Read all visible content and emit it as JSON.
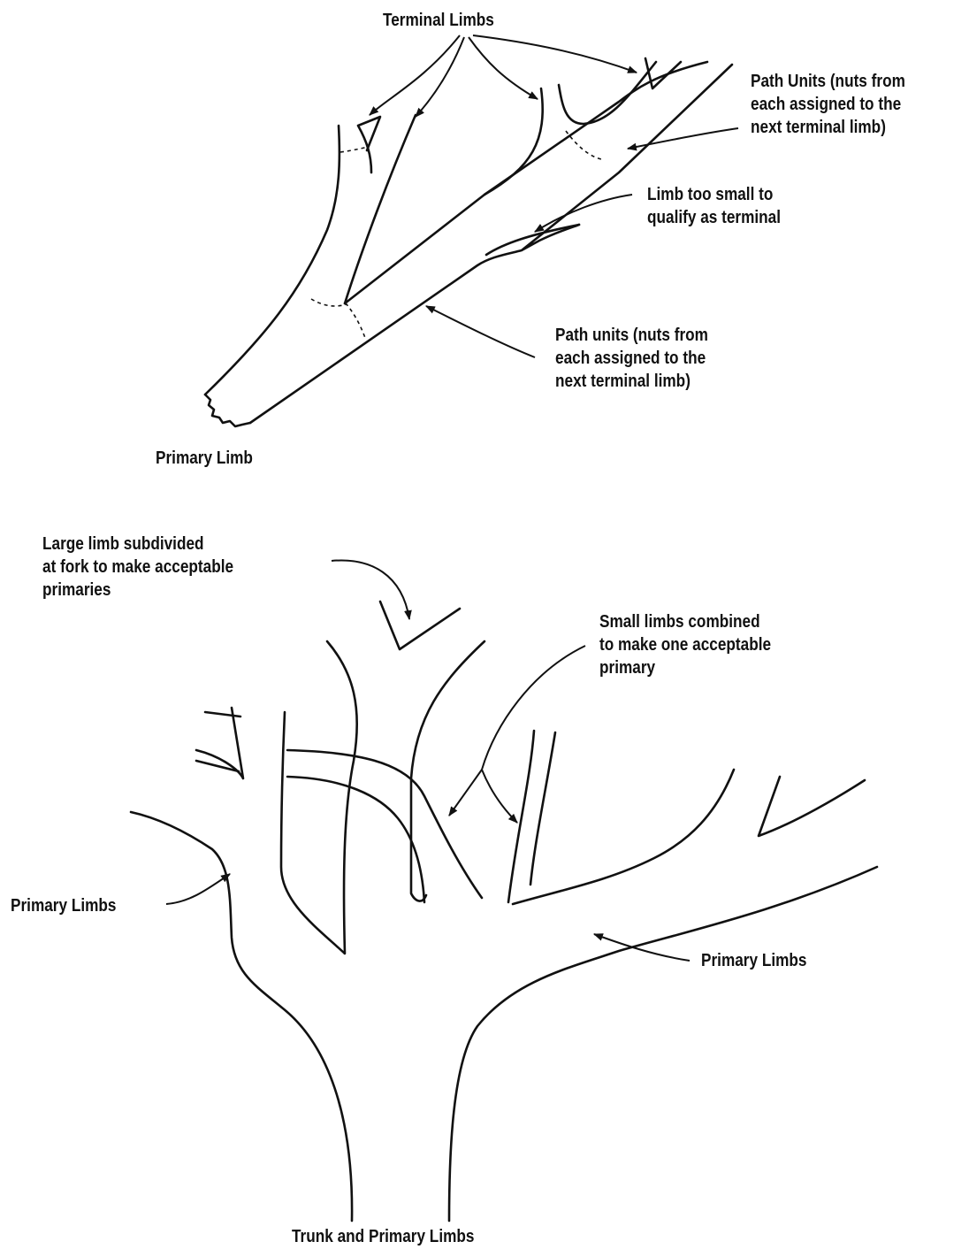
{
  "top_diagram": {
    "labels": {
      "terminal_limbs": "Terminal Limbs",
      "path_units_upper": "Path Units  (nuts from\neach assigned to the\nnext terminal limb)",
      "limb_too_small": "Limb too small to\nqualify as terminal",
      "path_units_lower": "Path units (nuts from\neach assigned to the\nnext terminal limb)",
      "primary_limb": "Primary Limb"
    }
  },
  "bottom_diagram": {
    "labels": {
      "large_limb_subdivided": "Large limb subdivided\nat fork to make acceptable\nprimaries",
      "small_limbs_combined": "Small limbs combined\nto make one acceptable\nprimary",
      "primary_limbs_left": "Primary Limbs",
      "primary_limbs_right": "Primary Limbs",
      "trunk_caption": "Trunk and Primary Limbs"
    }
  },
  "colors": {
    "ink": "#111111",
    "background": "#ffffff"
  }
}
